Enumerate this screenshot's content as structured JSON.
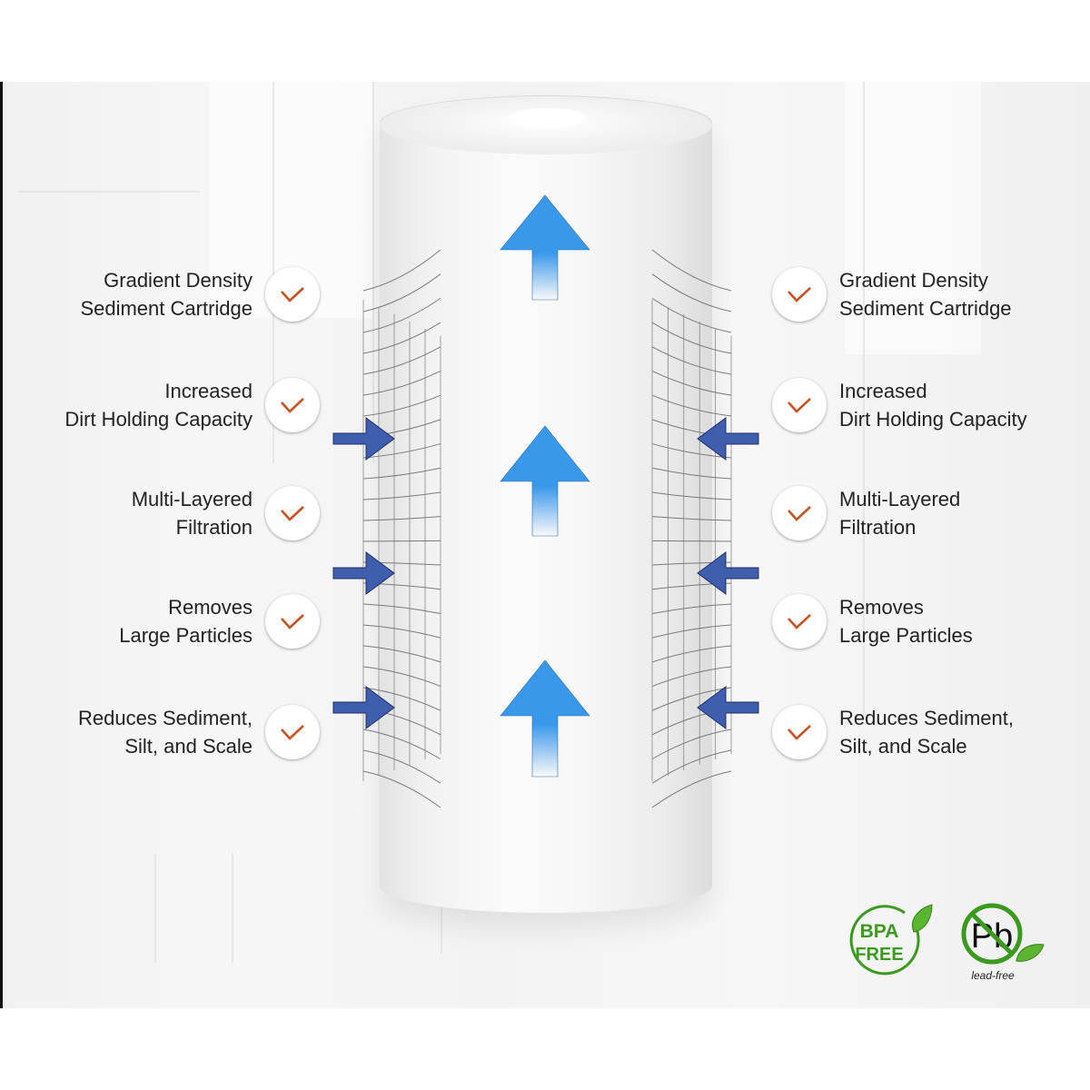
{
  "features_left": [
    {
      "line1": "Gradient Density",
      "line2": "Sediment Cartridge"
    },
    {
      "line1": "Increased",
      "line2": "Dirt Holding Capacity"
    },
    {
      "line1": "Multi-Layered",
      "line2": "Filtration"
    },
    {
      "line1": "Removes",
      "line2": "Large Particles"
    },
    {
      "line1": "Reduces Sediment,",
      "line2": "Silt, and Scale"
    }
  ],
  "features_right": [
    {
      "line1": "Gradient Density",
      "line2": "Sediment Cartridge"
    },
    {
      "line1": "Increased",
      "line2": "Dirt Holding Capacity"
    },
    {
      "line1": "Multi-Layered",
      "line2": "Filtration"
    },
    {
      "line1": "Removes",
      "line2": "Large Particles"
    },
    {
      "line1": "Reduces Sediment,",
      "line2": "Silt, and Scale"
    }
  ],
  "badges": {
    "bpa": {
      "line1": "BPA",
      "line2": "FREE"
    },
    "lead": {
      "symbol": "Pb",
      "caption": "lead-free"
    }
  },
  "colors": {
    "check": "#c8521f",
    "flow_arrow": "#3a98ea",
    "inflow_arrow": "#3f5fae",
    "badge_green": "#3a9a1e"
  }
}
